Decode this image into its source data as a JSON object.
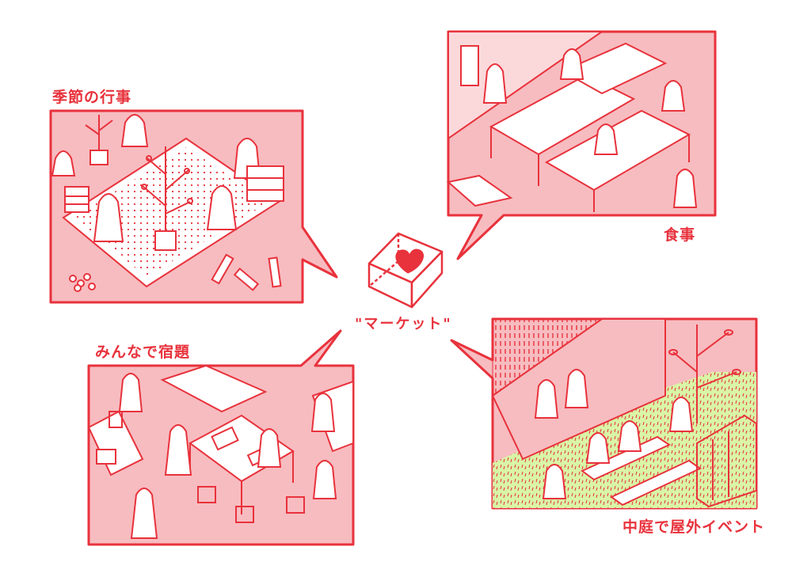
{
  "colors": {
    "ink": "#e8323c",
    "panel_fill": "#f7bcc0",
    "panel_light": "#fbd9db",
    "grass": "#d9f5a6",
    "white": "#ffffff"
  },
  "center": {
    "label": "\"マーケット\"",
    "icon": "house-heart-icon"
  },
  "panels": [
    {
      "id": "seasonal",
      "caption": "季節の行事"
    },
    {
      "id": "meals",
      "caption": "食事"
    },
    {
      "id": "homework",
      "caption": "みんなで宿題"
    },
    {
      "id": "courtyard",
      "caption": "中庭で屋外イベント"
    }
  ]
}
